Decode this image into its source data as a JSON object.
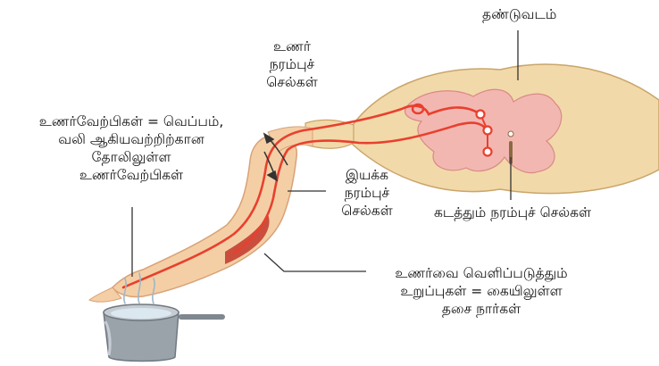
{
  "labels": {
    "spinal_cord": "தண்டுவடம்",
    "sensory_neurons": [
      "உணர்",
      "நரம்புச்",
      "செல்கள்"
    ],
    "receptors": [
      "உணர்வேற்பிகள் = வெப்பம்,",
      "வலி ஆகியவற்றிற்கான",
      "தோலிலுள்ள",
      "உணர்வேற்பிகள்"
    ],
    "motor_neurons": [
      "இயக்க",
      "நரம்புச்",
      "செல்கள்"
    ],
    "relay_neurons": "கடத்தும் நரம்புச் செல்கள்",
    "effectors": [
      "உணர்வை வெளிப்படுத்தும்",
      "உறுப்புகள் = கையிலுள்ள",
      "தசை நார்கள்"
    ]
  },
  "colors": {
    "skin": "#f4cfa6",
    "skin_shadow": "#d9a277",
    "nerve": "#e8402e",
    "cord_outer": "#f2d9a9",
    "cord_grey_matter": "#f3b7b2",
    "muscle": "#c2372b",
    "pot": "#9aa2aa",
    "steam": "#9fb7c8",
    "leader_line": "#333333"
  },
  "icons": [
    "spinal-cord-section",
    "arm-hand",
    "hot-water-pot",
    "steam-wisps",
    "reflex-arrow-up",
    "reflex-arrow-down"
  ]
}
